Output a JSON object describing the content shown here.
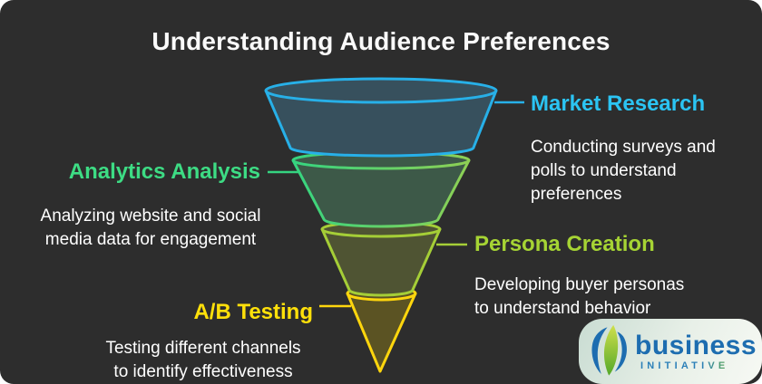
{
  "title": "Understanding Audience Preferences",
  "stages": [
    {
      "label": "Market Research",
      "description": "Conducting surveys and\npolls to understand\npreferences",
      "color": "#2bc4f3",
      "stroke": "#27b0e8",
      "fill": "#37505d"
    },
    {
      "label": "Analytics Analysis",
      "description": "Analyzing website and social\nmedia data for engagement",
      "color": "#3ddc84",
      "stroke_from": "#35d480",
      "stroke_to": "#8ed054",
      "fill": "#3d5948"
    },
    {
      "label": "Persona Creation",
      "description": "Developing buyer personas\nto understand behavior",
      "color": "#a6d434",
      "stroke": "#a5ce37",
      "fill": "#4f5433"
    },
    {
      "label": "A/B Testing",
      "description": "Testing different channels\nto identify effectiveness",
      "color": "#ffe00a",
      "stroke": "#ffd60d",
      "fill": "#5b5323"
    }
  ],
  "logo": {
    "brand": "business",
    "tagline": "INITIATIVE",
    "brand_color": "#1d6db0",
    "tagline_color_from": "#2a7fb8",
    "tagline_color_to": "#6cb33f"
  },
  "colors": {
    "background": "#2d2d2d",
    "text": "#ffffff"
  }
}
